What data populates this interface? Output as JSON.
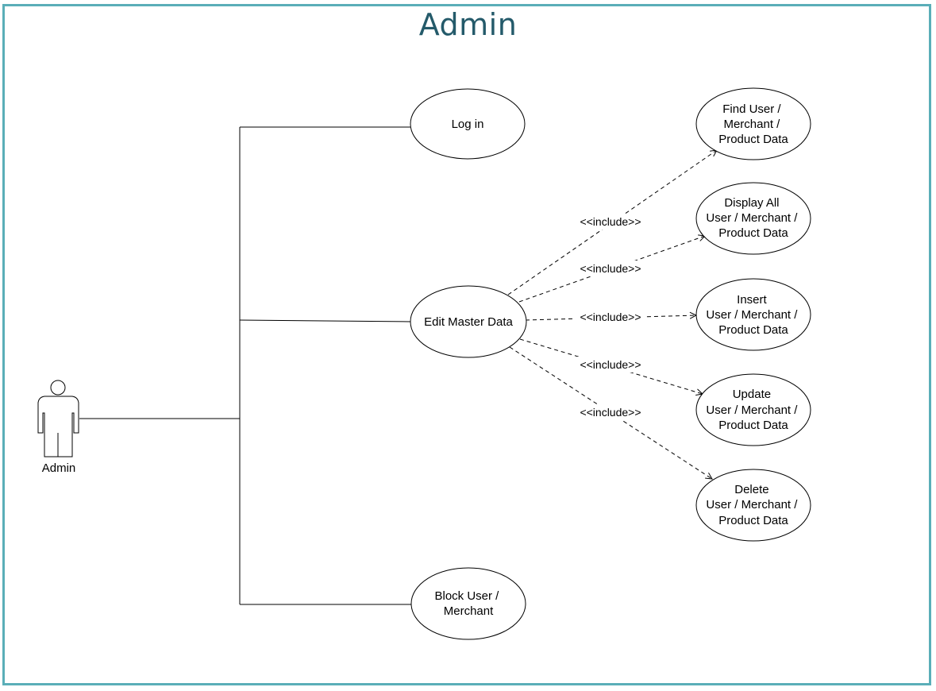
{
  "title": "Admin",
  "actor": {
    "label": "Admin"
  },
  "use_cases": {
    "login": [
      "Log in"
    ],
    "edit_master": [
      "Edit Master Data"
    ],
    "block": [
      "Block User /",
      "Merchant"
    ],
    "find": [
      "Find User /",
      "Merchant /",
      "Product Data"
    ],
    "display": [
      "Display All",
      "User / Merchant /",
      "Product Data"
    ],
    "insert": [
      "Insert",
      "User / Merchant /",
      "Product Data"
    ],
    "update": [
      "Update",
      "User / Merchant /",
      "Product Data"
    ],
    "delete": [
      "Delete",
      "User / Merchant /",
      "Product Data"
    ]
  },
  "include_label": "<<include>>",
  "colors": {
    "border": "#5aaeb8",
    "title": "#245a6a",
    "line": "#000000"
  }
}
